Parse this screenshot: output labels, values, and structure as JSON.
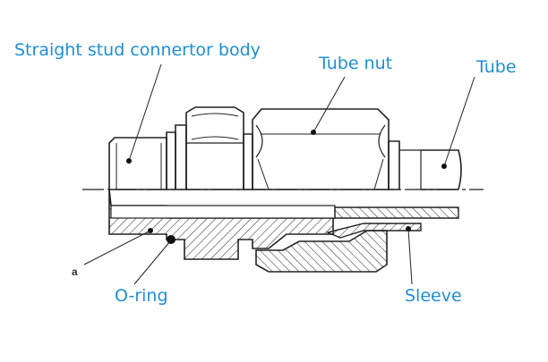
{
  "colors": {
    "label": "#1e8fd5",
    "outline": "#222222",
    "hatch": "#333333",
    "background": "#ffffff"
  },
  "labels": {
    "body": "Straight stud connertor body",
    "tube_nut": "Tube nut",
    "tube": "Tube",
    "o_ring": "O-ring",
    "sleeve": "Sleeve",
    "a": "a"
  }
}
